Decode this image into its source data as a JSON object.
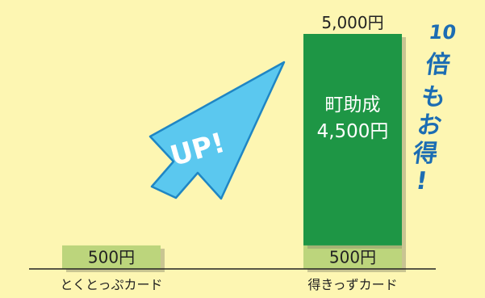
{
  "chart_data": {
    "type": "bar",
    "categories": [
      "とくとっぷカード",
      "得きっずカード"
    ],
    "stacks": [
      [
        {
          "label": "500円",
          "value": 500,
          "color": "#bcd57c"
        }
      ],
      [
        {
          "label": "500円",
          "value": 500,
          "color": "#bcd57c"
        },
        {
          "label": "町助成",
          "sub_label": "4,500円",
          "value": 4500,
          "color": "#1e9645"
        }
      ]
    ],
    "totals": [
      "",
      "5,000円"
    ],
    "ylim": [
      0,
      5000
    ],
    "annotation_arrow": "UP!",
    "side_text": [
      "10",
      "倍",
      "も",
      "お",
      "得",
      "!"
    ],
    "colors": {
      "background": "#fdf6b2",
      "axis": "#222222",
      "arrow_fill": "#5bc8ef",
      "arrow_stroke": "#1f86c4",
      "side_text": "#1c6db3"
    }
  }
}
